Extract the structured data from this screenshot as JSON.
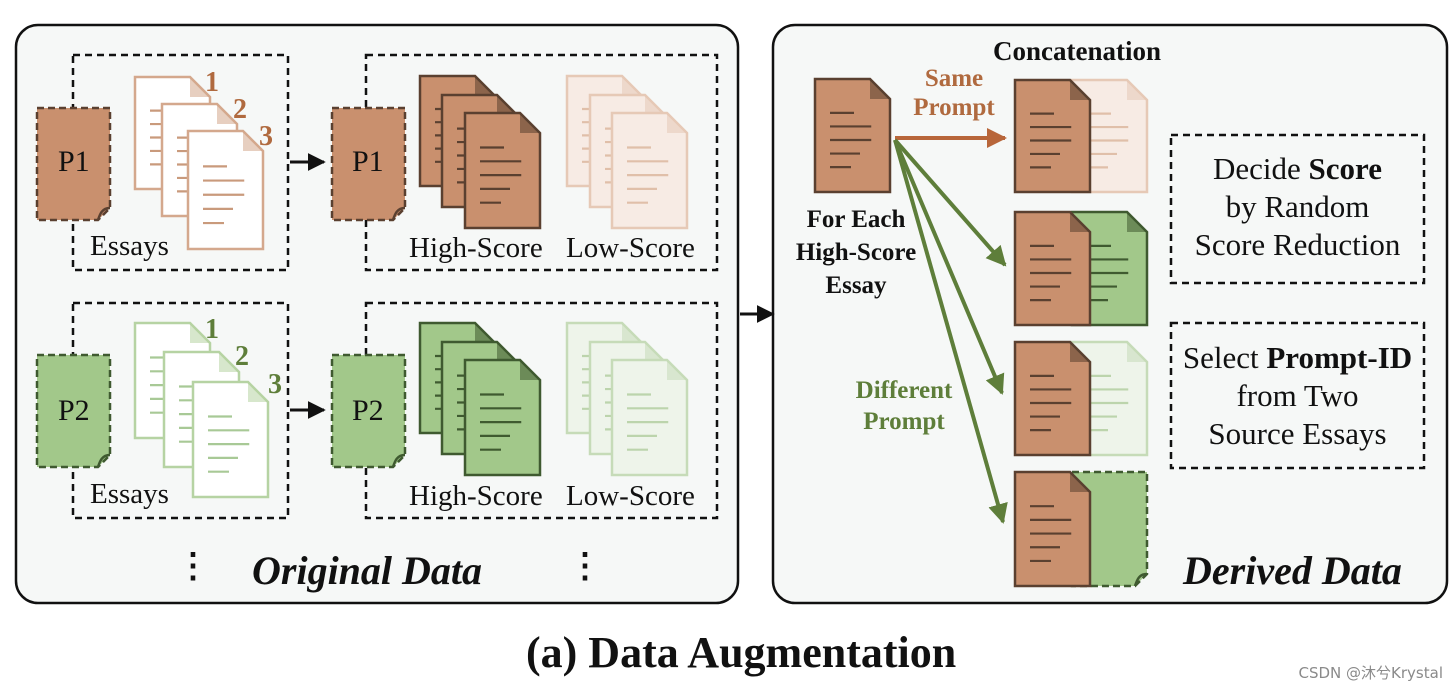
{
  "original": {
    "title": "Original Data",
    "p1": {
      "prompt": "P1",
      "essays_label": "Essays",
      "numbers": [
        "1",
        "2",
        "3"
      ],
      "mapped_prompt": "P1",
      "high_label": "High-Score",
      "low_label": "Low-Score"
    },
    "p2": {
      "prompt": "P2",
      "essays_label": "Essays",
      "numbers": [
        "1",
        "2",
        "3"
      ],
      "mapped_prompt": "P2",
      "high_label": "High-Score",
      "low_label": "Low-Score"
    },
    "ellipsis": "⋮"
  },
  "derived": {
    "title": "Derived Data",
    "concat_label": "Concatenation",
    "source_label": [
      "For Each",
      "High-Score",
      "Essay"
    ],
    "same_prompt_label": [
      "Same",
      "Prompt"
    ],
    "different_prompt_label": [
      "Different",
      "Prompt"
    ],
    "decide_box": {
      "line1_prefix": "Decide ",
      "line1_bold": "Score",
      "line2": "by Random",
      "line3": "Score Reduction"
    },
    "select_box": {
      "line1_prefix": "Select ",
      "line1_bold": "Prompt-ID",
      "line2": "from Two",
      "line3": "Source Essays"
    }
  },
  "caption": "(a) Data Augmentation",
  "watermark": "CSDN @沐兮Krystal",
  "colors": {
    "brown_fill": "#c9906e",
    "brown_stroke": "#5a4030",
    "brown_text": "#b06a3f",
    "green_fill": "#a2c88a",
    "green_stroke": "#3f5a30",
    "green_text": "#5e7e3a",
    "panel_bg": "#f6f8f7",
    "light_brown": "#f7ebe4",
    "light_green": "#eef4ea"
  }
}
